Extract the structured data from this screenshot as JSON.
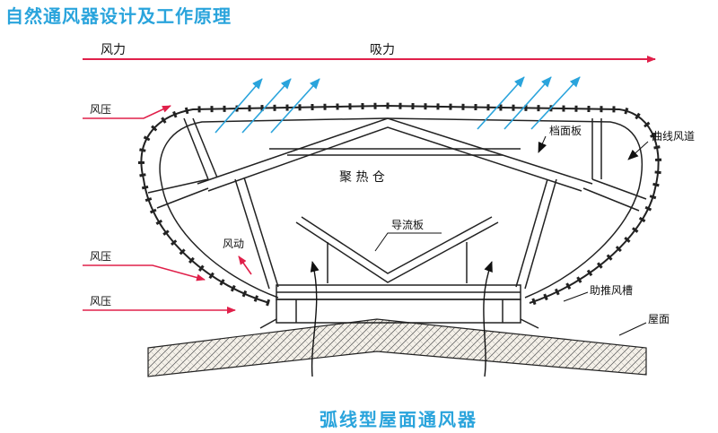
{
  "title": "自然通风器设计及工作原理",
  "caption": "弧线型屋面通风器",
  "labels": {
    "wind_force": "风力",
    "suction": "吸力",
    "wind_pressure_top": "风压",
    "wind_pressure_mid": "风压",
    "wind_pressure_bottom": "风压",
    "wind_move": "风动",
    "heat_chamber": "聚 热 仓",
    "baffle_panel": "档面板",
    "curved_duct": "曲线风道",
    "guide_plate": "导流板",
    "assist_push_slot": "助推风槽",
    "roof_surface": "屋面"
  },
  "colors": {
    "title_blue": "#2aa4dc",
    "arrow_blue": "#2aa4dc",
    "arrow_red": "#e0204a",
    "line": "#222222",
    "roof_fill": "#f4f0e8"
  }
}
